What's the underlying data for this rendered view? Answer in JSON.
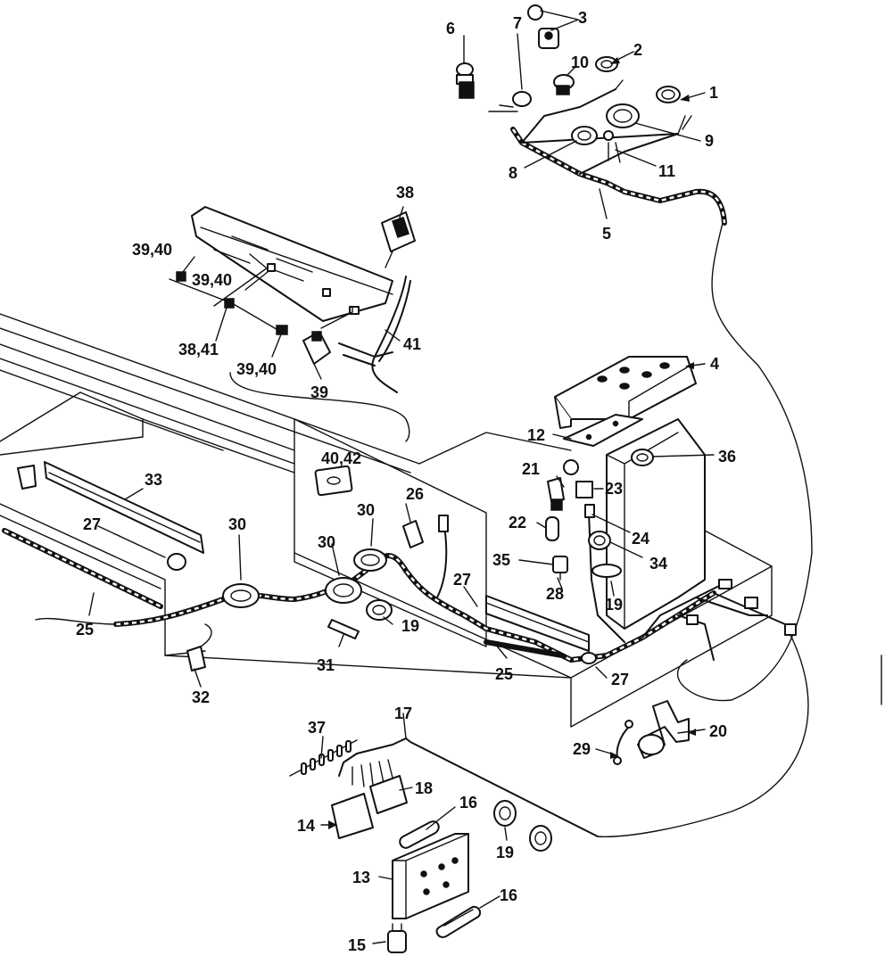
{
  "diagram": {
    "callouts": [
      {
        "id": "c1",
        "text": "1"
      },
      {
        "id": "c2",
        "text": "2"
      },
      {
        "id": "c3",
        "text": "3"
      },
      {
        "id": "c4",
        "text": "4"
      },
      {
        "id": "c5",
        "text": "5"
      },
      {
        "id": "c6",
        "text": "6"
      },
      {
        "id": "c7",
        "text": "7"
      },
      {
        "id": "c8",
        "text": "8"
      },
      {
        "id": "c9",
        "text": "9"
      },
      {
        "id": "c10",
        "text": "10"
      },
      {
        "id": "c11",
        "text": "11"
      },
      {
        "id": "c12",
        "text": "12"
      },
      {
        "id": "c13",
        "text": "13"
      },
      {
        "id": "c14",
        "text": "14"
      },
      {
        "id": "c15",
        "text": "15"
      },
      {
        "id": "c16a",
        "text": "16"
      },
      {
        "id": "c16b",
        "text": "16"
      },
      {
        "id": "c17",
        "text": "17"
      },
      {
        "id": "c18",
        "text": "18"
      },
      {
        "id": "c19a",
        "text": "19"
      },
      {
        "id": "c19b",
        "text": "19"
      },
      {
        "id": "c19c",
        "text": "19"
      },
      {
        "id": "c20",
        "text": "20"
      },
      {
        "id": "c21",
        "text": "21"
      },
      {
        "id": "c22",
        "text": "22"
      },
      {
        "id": "c23",
        "text": "23"
      },
      {
        "id": "c24",
        "text": "24"
      },
      {
        "id": "c25a",
        "text": "25"
      },
      {
        "id": "c25b",
        "text": "25"
      },
      {
        "id": "c26",
        "text": "26"
      },
      {
        "id": "c27a",
        "text": "27"
      },
      {
        "id": "c27b",
        "text": "27"
      },
      {
        "id": "c27c",
        "text": "27"
      },
      {
        "id": "c28",
        "text": "28"
      },
      {
        "id": "c29",
        "text": "29"
      },
      {
        "id": "c30a",
        "text": "30"
      },
      {
        "id": "c30b",
        "text": "30"
      },
      {
        "id": "c30c",
        "text": "30"
      },
      {
        "id": "c31",
        "text": "31"
      },
      {
        "id": "c32",
        "text": "32"
      },
      {
        "id": "c33",
        "text": "33"
      },
      {
        "id": "c34",
        "text": "34"
      },
      {
        "id": "c35",
        "text": "35"
      },
      {
        "id": "c36",
        "text": "36"
      },
      {
        "id": "c37",
        "text": "37"
      },
      {
        "id": "c38a",
        "text": "38"
      },
      {
        "id": "c38b",
        "text": "38,41"
      },
      {
        "id": "c39a",
        "text": "39,40"
      },
      {
        "id": "c39b",
        "text": "39,40"
      },
      {
        "id": "c39c",
        "text": "39,40"
      },
      {
        "id": "c39d",
        "text": "39"
      },
      {
        "id": "c40",
        "text": "40,42"
      },
      {
        "id": "c41",
        "text": "41"
      }
    ]
  }
}
